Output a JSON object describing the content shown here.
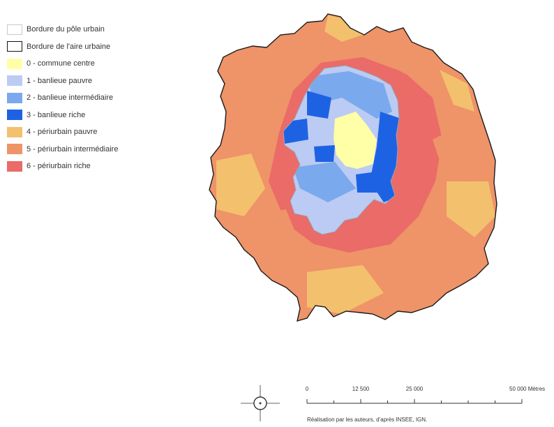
{
  "legend": {
    "items": [
      {
        "label": "Bordure du pôle urbain",
        "color": "#ffffff",
        "border": "#c9c9c9",
        "border_width": 1
      },
      {
        "label": "Bordure de l'aire urbaine",
        "color": "#ffffff",
        "border": "#111111",
        "border_width": 1.6
      },
      {
        "label": "0 - commune centre",
        "color": "#ffffa8",
        "border": "none",
        "border_width": 0
      },
      {
        "label": "1 - banlieue pauvre",
        "color": "#bccbf3",
        "border": "none",
        "border_width": 0
      },
      {
        "label": "2 - banlieue intermédiaire",
        "color": "#7aa9ee",
        "border": "none",
        "border_width": 0
      },
      {
        "label": "3 - banlieue riche",
        "color": "#1e62e4",
        "border": "none",
        "border_width": 0
      },
      {
        "label": "4 - périurbain pauvre",
        "color": "#f3c06e",
        "border": "none",
        "border_width": 0
      },
      {
        "label": "5 - périurbain intermédiaire",
        "color": "#ef9368",
        "border": "none",
        "border_width": 0
      },
      {
        "label": "6 - périurbain riche",
        "color": "#ea6b67",
        "border": "none",
        "border_width": 0
      }
    ]
  },
  "scale": {
    "ticks": [
      "0",
      "12 500",
      "25 000",
      "50 000 Mètres"
    ]
  },
  "compass": {
    "icon": "north-arrow-compass-icon"
  },
  "credit": "Réalisation par les auteurs, d'après INSEE, IGN."
}
